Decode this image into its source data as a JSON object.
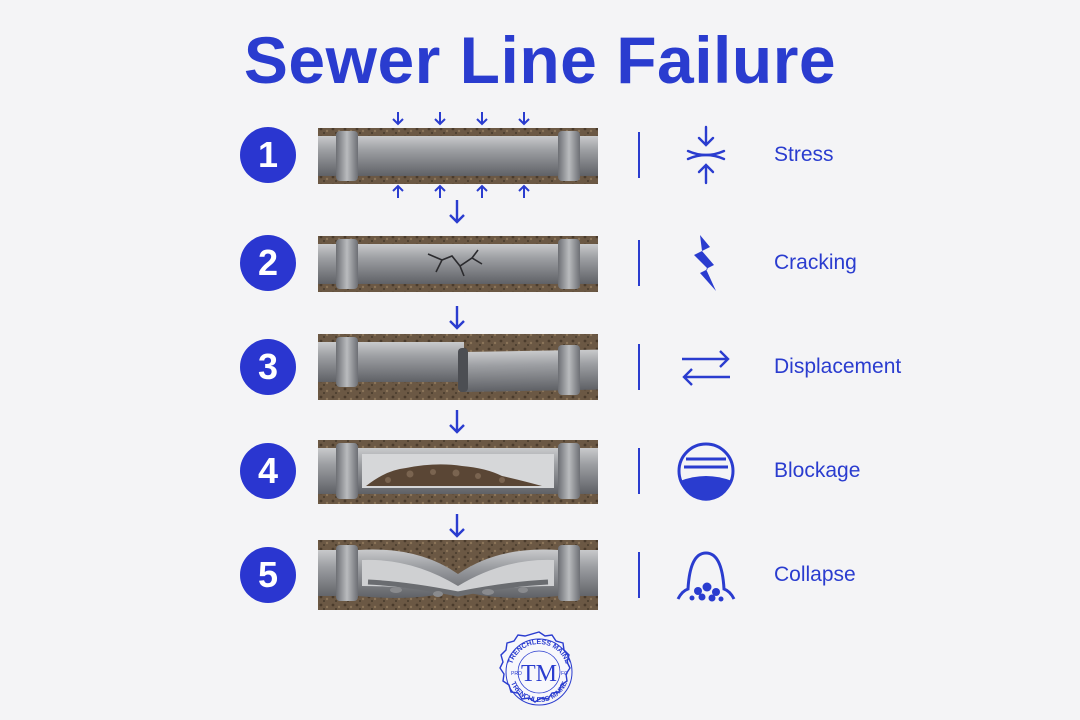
{
  "title": "Sewer Line Failure",
  "accent_color": "#2a3ccf",
  "steps": [
    {
      "number": "1",
      "label": "Stress",
      "icon": "stress-icon"
    },
    {
      "number": "2",
      "label": "Cracking",
      "icon": "cracking-icon"
    },
    {
      "number": "3",
      "label": "Displacement",
      "icon": "displacement-icon"
    },
    {
      "number": "4",
      "label": "Blockage",
      "icon": "blockage-icon"
    },
    {
      "number": "5",
      "label": "Collapse",
      "icon": "collapse-icon"
    }
  ],
  "logo": {
    "top_text": "TRENCHLESS MAINE",
    "bottom_text": "TRENCHLESS MAINE",
    "left_text": "PRO",
    "right_text": "FO",
    "monogram": "TM"
  }
}
